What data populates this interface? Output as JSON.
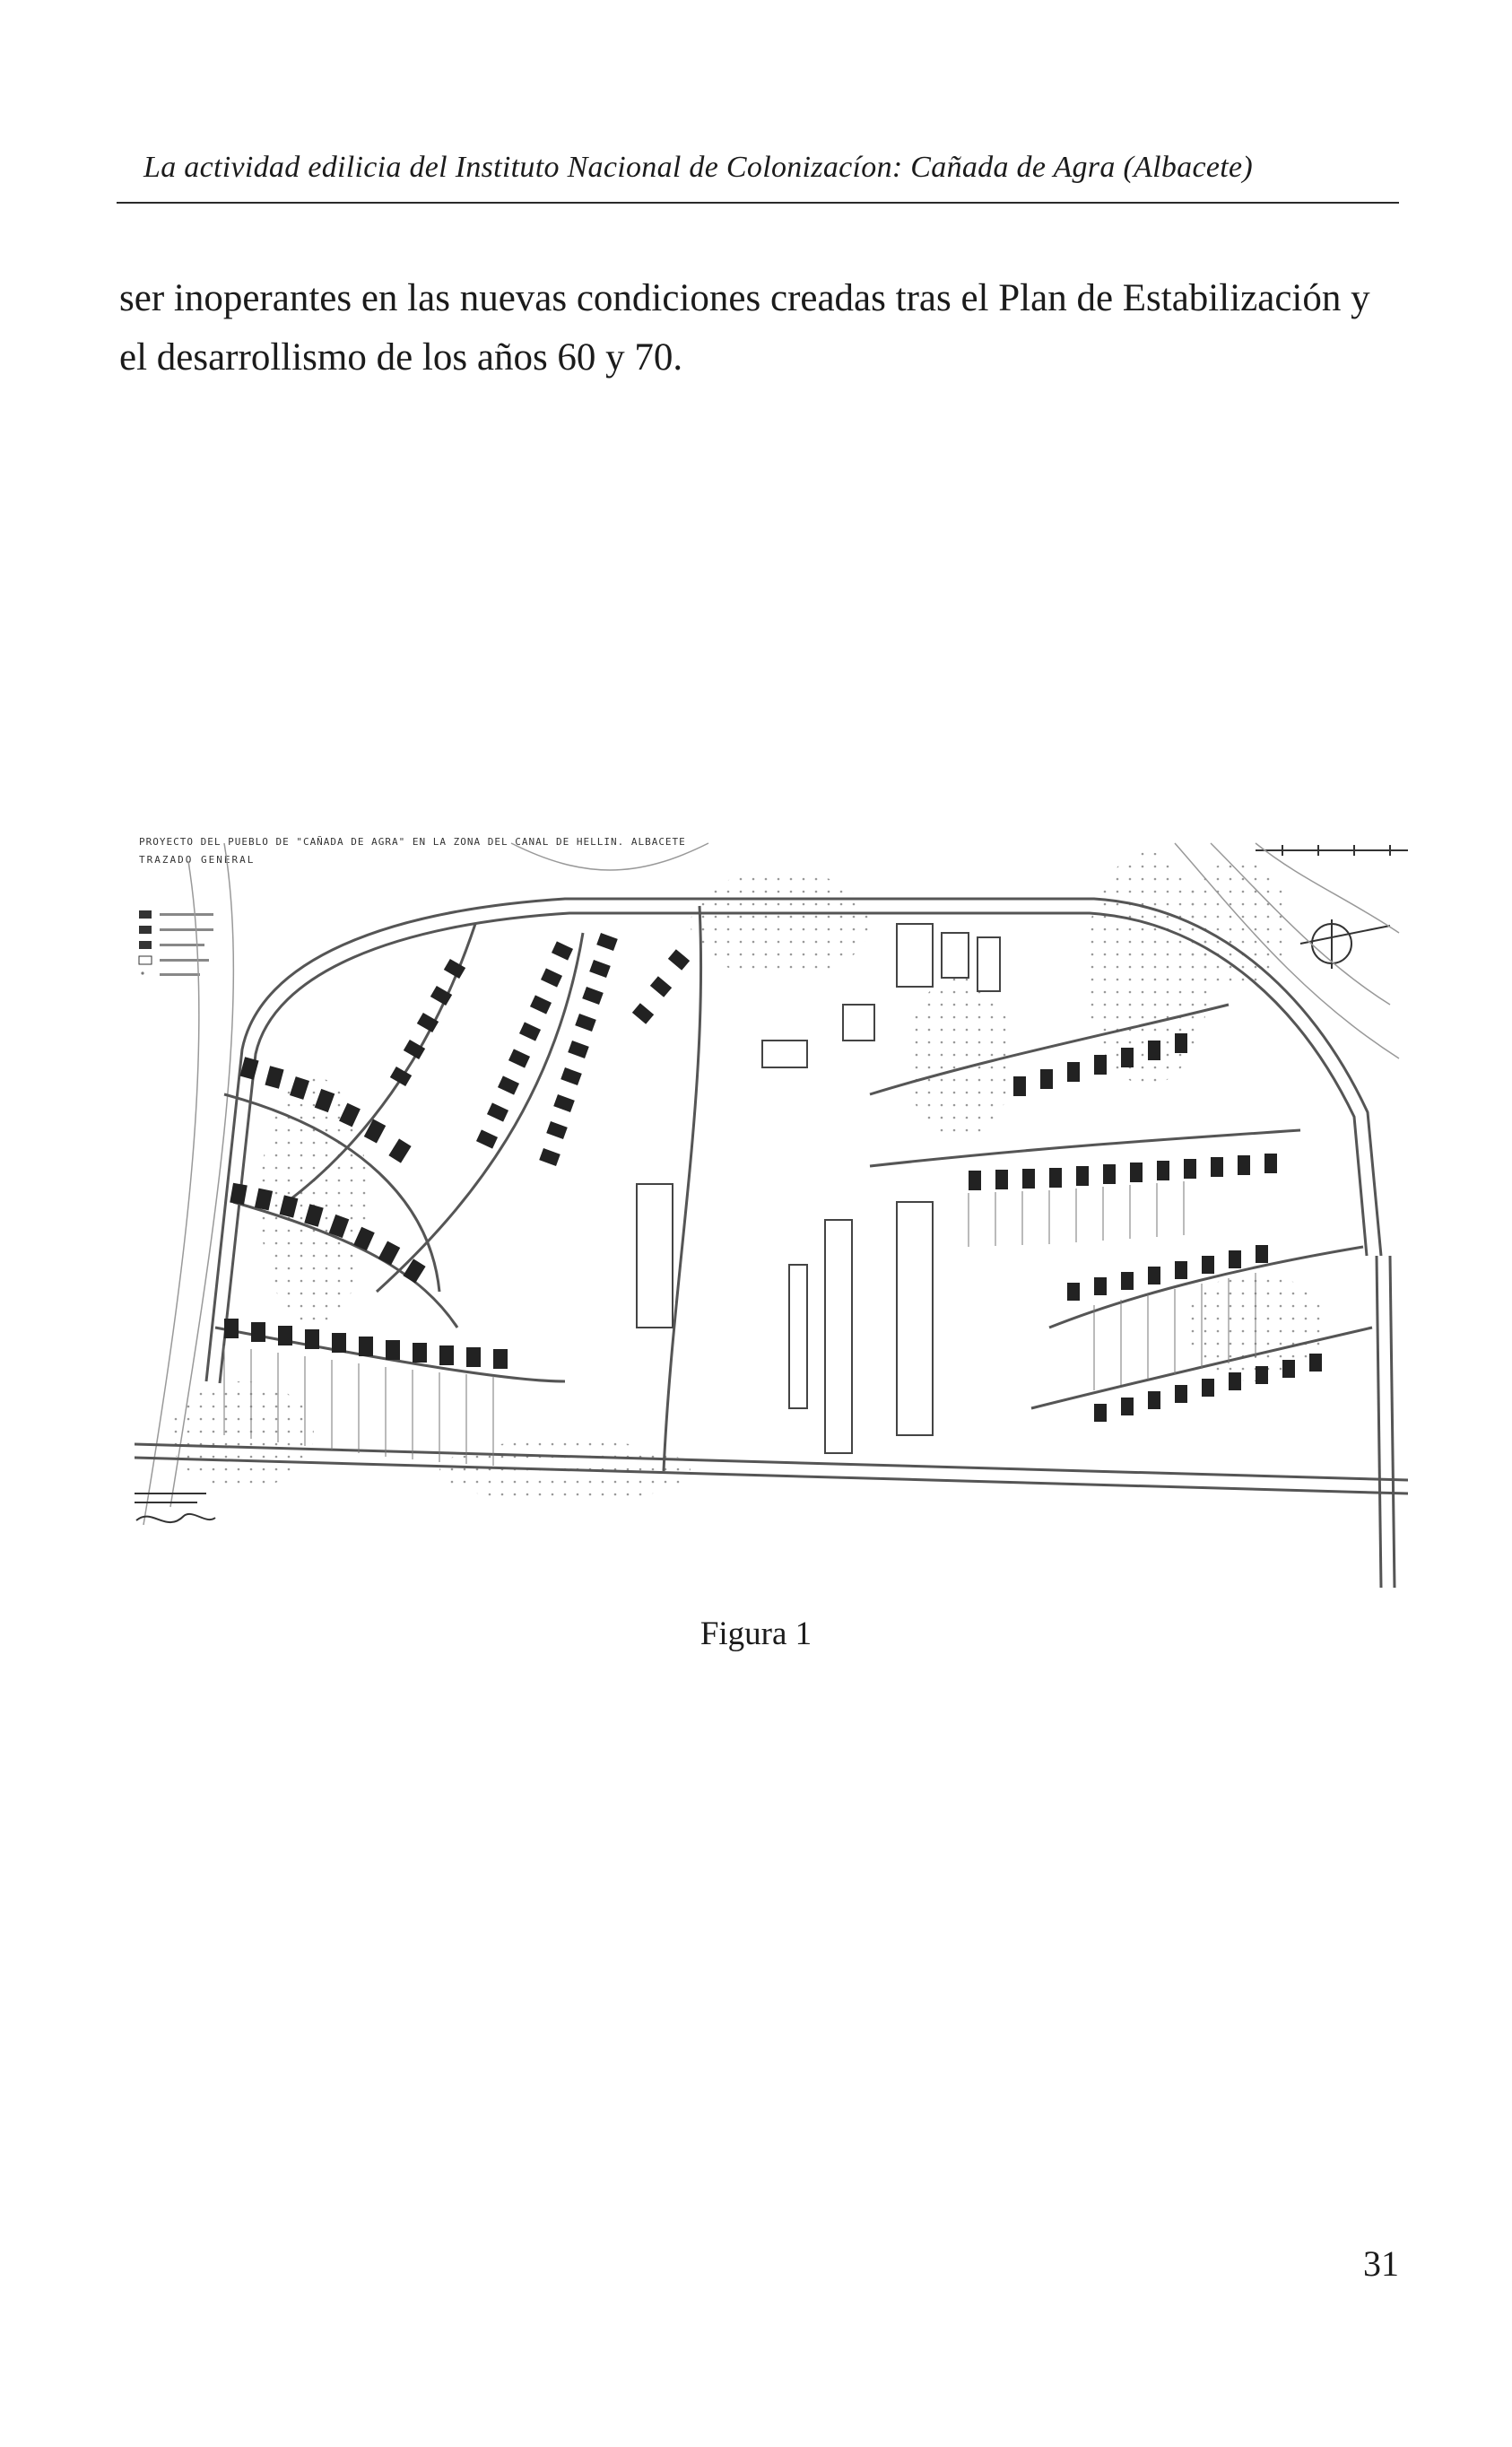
{
  "header": {
    "title": "La actividad edilicia del Instituto Nacional de Colonizacíon: Cañada de Agra (Albacete)"
  },
  "body": {
    "paragraph": "ser inoperantes en las nuevas condiciones creadas tras el Plan de Estabilización y el desarrollismo de los años 60 y 70."
  },
  "figure": {
    "plan_title_line1": "PROYECTO DEL PUEBLO DE \"CAÑADA DE AGRA\" EN LA ZONA DEL CANAL DE HELLIN. ALBACETE",
    "plan_title_line2": "TRAZADO GENERAL",
    "caption": "Figura 1"
  },
  "page": {
    "number": "31"
  }
}
